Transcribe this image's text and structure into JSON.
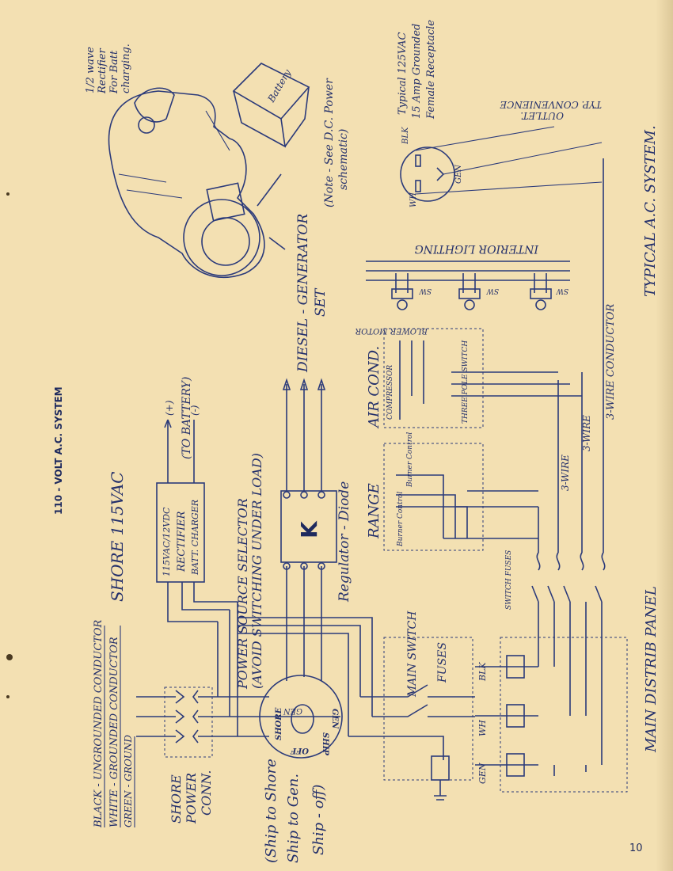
{
  "page": {
    "heading": "110 - VOLT A.C. SYSTEM",
    "page_number": "10",
    "caption": "TYPICAL A.C. SYSTEM."
  },
  "legend": {
    "black": "BLACK - UNGROUNDED CONDUCTOR",
    "white": "WHITE - GROUNDED CONDUCTOR",
    "green": "GREEN - GROUND"
  },
  "labels": {
    "shore_power_line1": "SHORE",
    "shore_power_line2": "POWER",
    "shore_power_line3": "CONN.",
    "shore_voltage": "SHORE 115VAC",
    "rectifier_line1": "115VAC/12VDC",
    "rectifier_line2": "RECTIFIER",
    "rectifier_line3": "BATT. CHARGER",
    "battery_plus": "(+)",
    "battery_minus": "(-)",
    "to_battery": "(TO BATTERY)",
    "selector_line1": "POWER SOURCE SELECTOR",
    "selector_line2": "(AVOID SWITCHING UNDER LOAD)",
    "regulator_diode": "Regulator - Diode",
    "k_box": "K",
    "diesel_line1": "DIESEL - GENERATOR",
    "diesel_line2": "SET",
    "note_line1": "(Note - See D.C. Power",
    "note_line2": "schematic)",
    "half_wave_1": "1/2 wave",
    "half_wave_2": "Rectifier",
    "half_wave_3": "For Batt",
    "half_wave_4": "charging.",
    "battery": "Battery",
    "ship_shore_1": "(Ship to Shore",
    "ship_shore_2": "Ship to Gen.",
    "ship_shore_3": "Ship - off)",
    "dial_shore": "SHORE",
    "dial_gen": "GEN",
    "dial_ship": "SHIP",
    "dial_off": "OFF",
    "main_switch": "MAIN SWITCH",
    "fuses": "FUSES",
    "blk": "BLK",
    "wh": "WH",
    "gen": "GEN",
    "main_panel": "MAIN DISTRIB PANEL",
    "switch_fuses": "SWITCH FUSES",
    "range": "RANGE",
    "burner_control_1": "Burner Control",
    "burner_control_2": "Burner Control",
    "air_cond": "AIR COND.",
    "compressor": "COMPRESSOR",
    "three_pole": "THREE POLE SWITCH",
    "blower_motor": "BLOWER MOTOR",
    "interior_lighting": "INTERIOR LIGHTING",
    "sw": "SW",
    "three_wire_1": "3-WIRE",
    "three_wire_2": "3-WIRE",
    "three_wire_conductor": "3-WIRE CONDUCTOR",
    "receptacle_1": "Typical 125VAC",
    "receptacle_2": "15 Amp Grounded",
    "receptacle_3": "Female Receptacle",
    "convenience_outlet_1": "TYP. CONVENIENCE",
    "convenience_outlet_2": "OUTLET.",
    "rec_blk": "BLK",
    "rec_wh": "WH",
    "rec_gen": "GEN"
  }
}
